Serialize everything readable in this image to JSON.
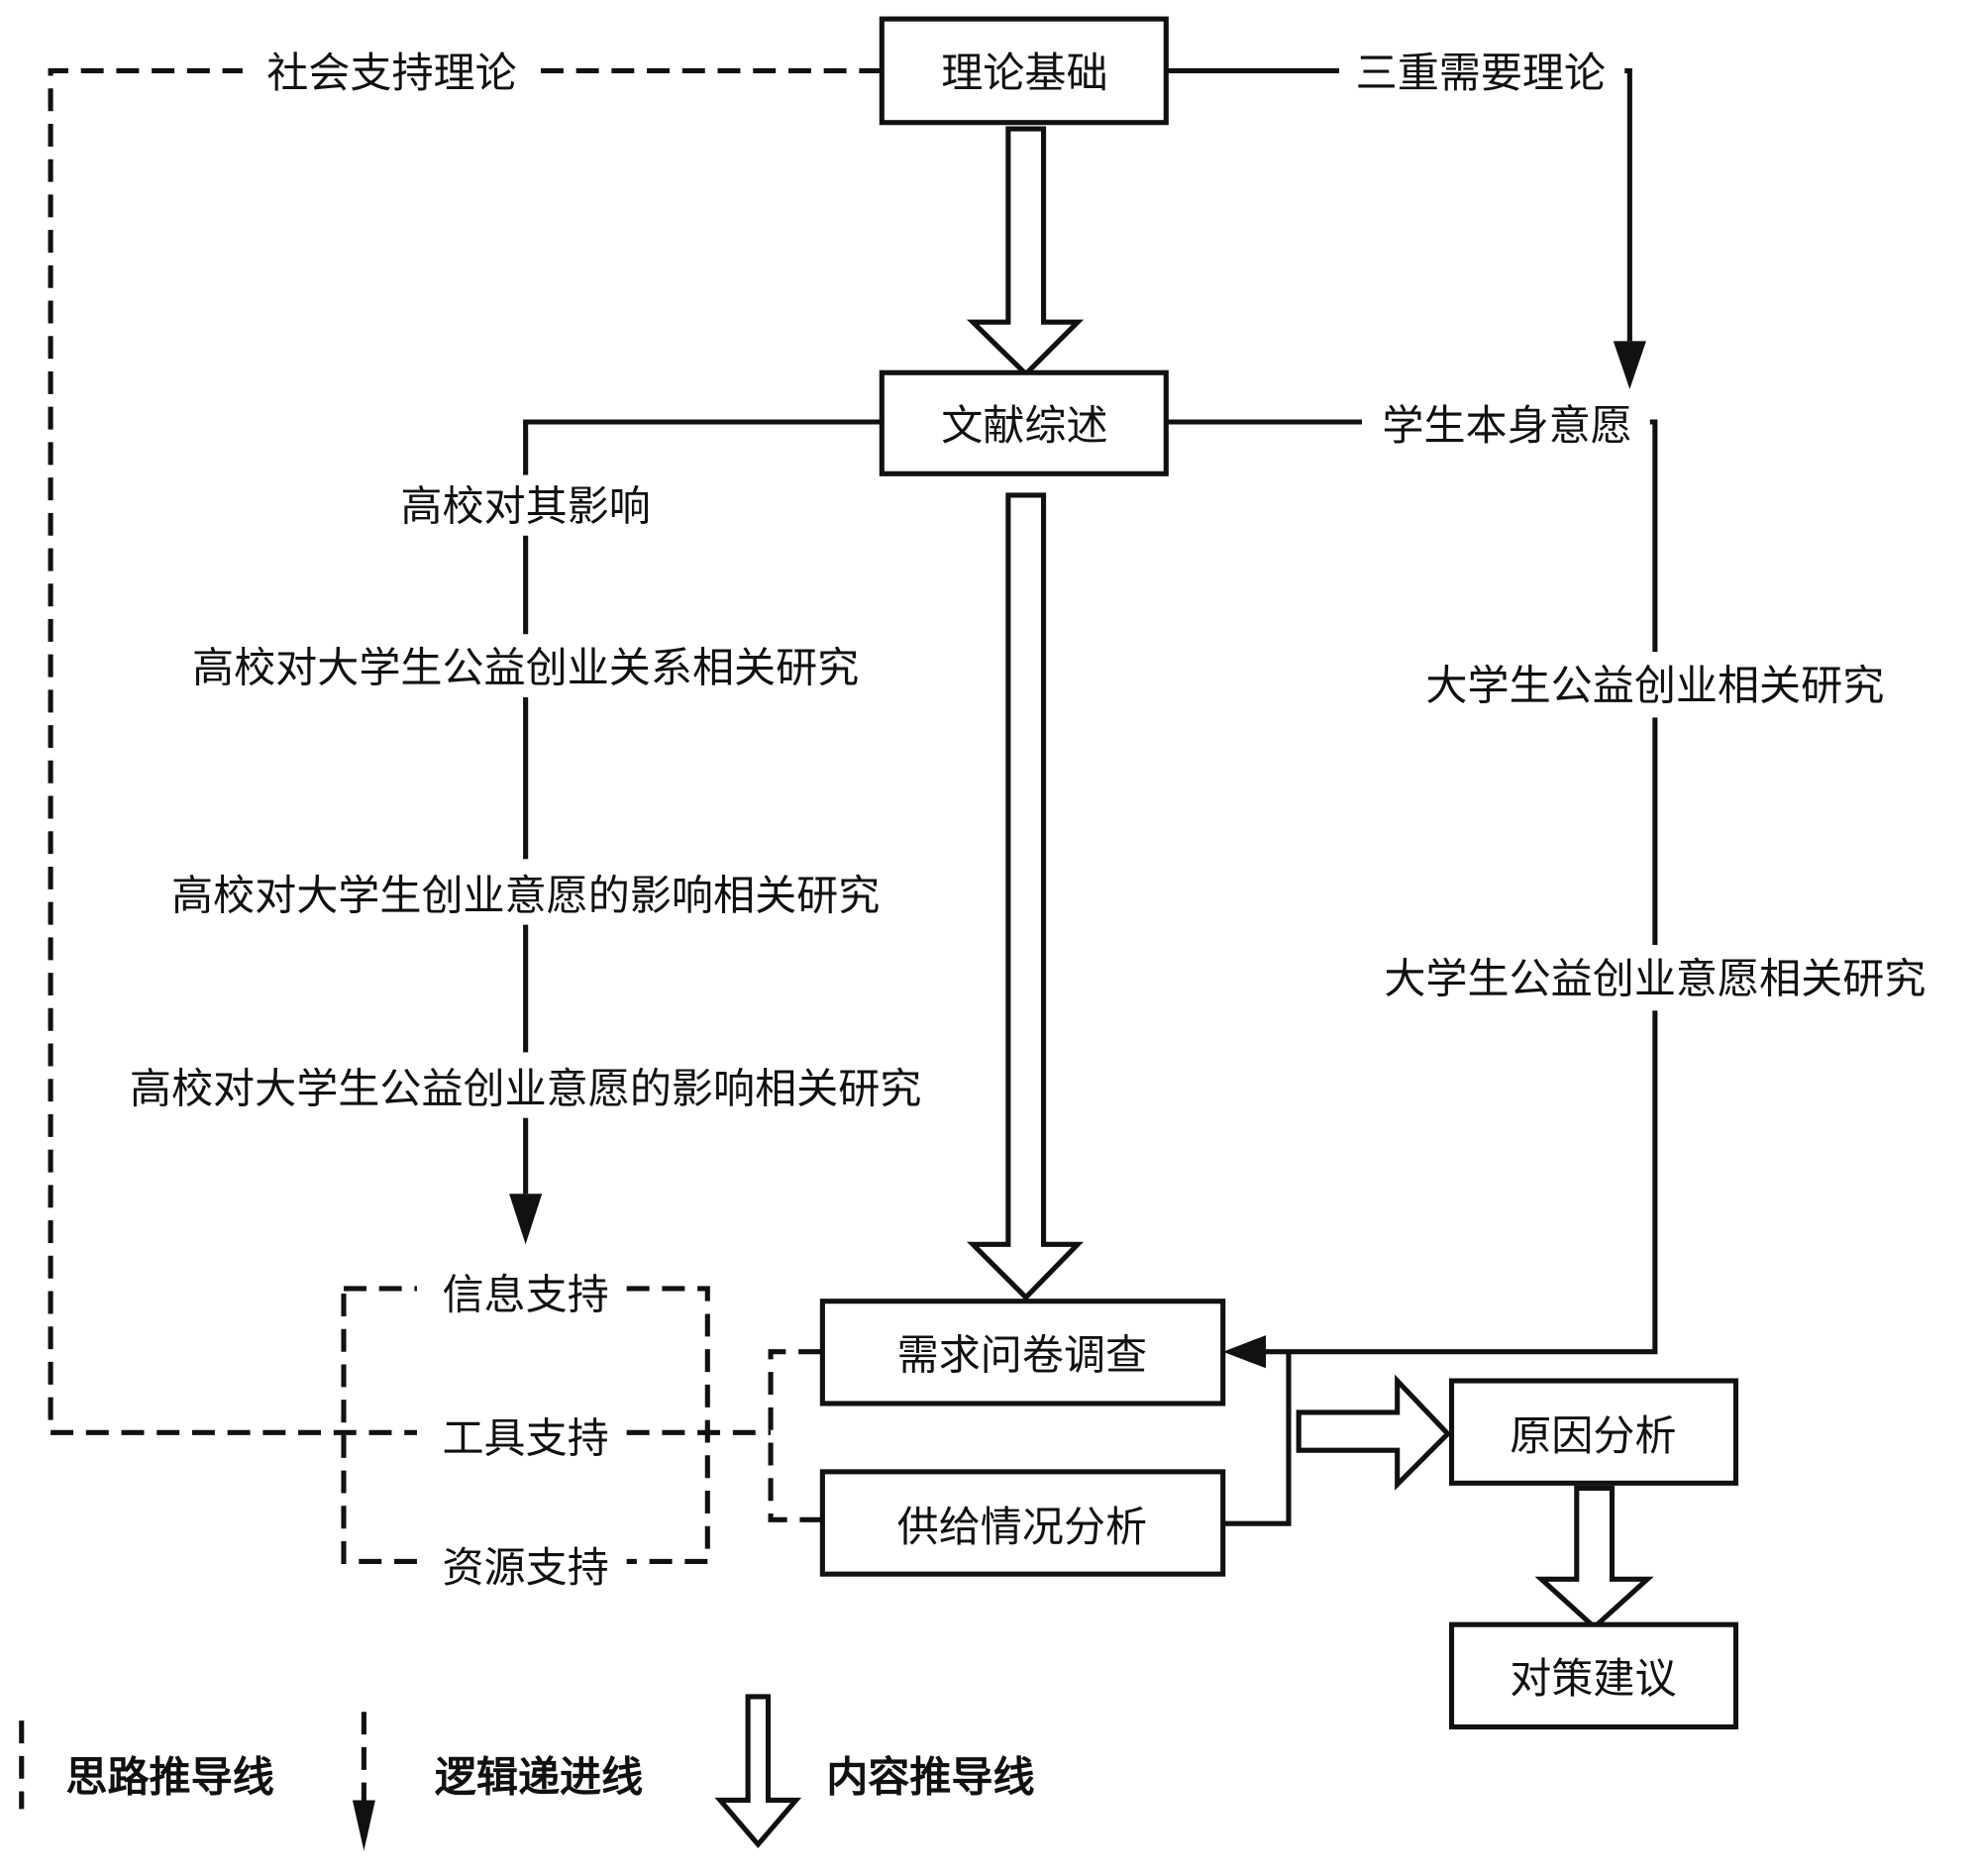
{
  "colors": {
    "ink": "#111111",
    "background": "#ffffff"
  },
  "nodes": {
    "theory_basis": "理论基础",
    "literature_review": "文献综述",
    "demand_survey": "需求问卷调查",
    "supply_analysis": "供给情况分析",
    "cause_analysis": "原因分析",
    "countermeasures": "对策建议"
  },
  "edge_labels": {
    "social_support_theory": "社会支持理论",
    "triple_needs_theory": "三重需要理论",
    "student_willingness": "学生本身意愿",
    "university_influence": "高校对其影响",
    "left_chain": [
      "高校对大学生公益创业关系相关研究",
      "高校对大学生创业意愿的影响相关研究",
      "高校对大学生公益创业意愿的影响相关研究"
    ],
    "right_chain": [
      "大学生公益创业相关研究",
      "大学生公益创业意愿相关研究"
    ]
  },
  "support_group": {
    "items": [
      "信息支持",
      "工具支持",
      "资源支持"
    ]
  },
  "legend": {
    "items": [
      {
        "line": "dashed",
        "icon": "dashed-line-icon",
        "label": "思路推导线"
      },
      {
        "line": "dashed-arrow",
        "icon": "dashed-arrow-icon",
        "label": "逻辑递进线"
      },
      {
        "line": "hollow-arrow",
        "icon": "hollow-arrow-icon",
        "label": "内容推导线"
      }
    ]
  }
}
